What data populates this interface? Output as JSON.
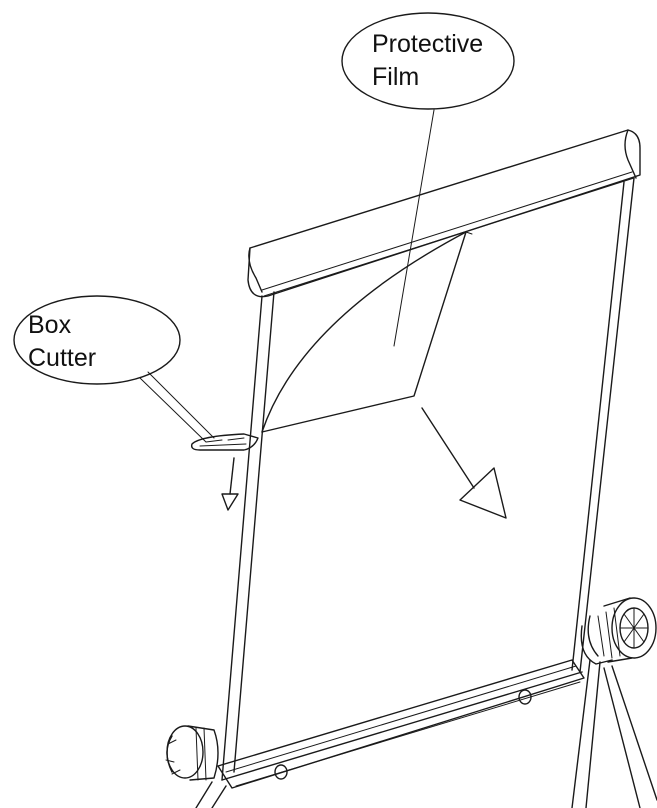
{
  "callouts": {
    "protective_film": {
      "line1": "Protective",
      "line2": "Film"
    },
    "box_cutter": {
      "line1": "Box",
      "line2": "Cutter"
    }
  },
  "colors": {
    "line": "#1a1a1a",
    "background": "#ffffff"
  }
}
